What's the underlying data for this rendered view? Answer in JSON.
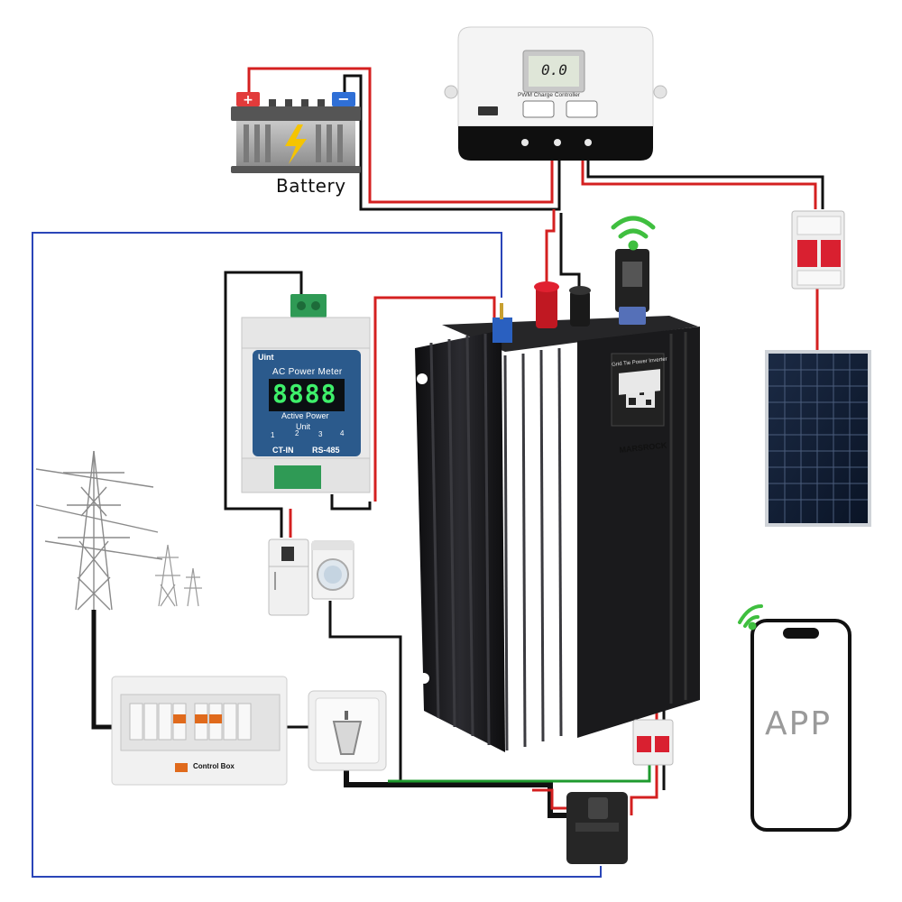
{
  "labels": {
    "battery": "Battery",
    "app": "APP",
    "charge_controller": "PWM Charge Controller",
    "controller_display": "0.0",
    "meter_title": "AC Power Meter",
    "meter_display": "8888",
    "meter_subtitle": "Active Power",
    "meter_uint": "Uint",
    "meter_unit": "Unit",
    "meter_ct": "CT-IN",
    "meter_rs485": "RS-485",
    "meter_channels": [
      "1",
      "2",
      "3",
      "4"
    ],
    "inverter_brand": "MARSROCK",
    "inverter_model": "Grid Tie Power Inverter",
    "control_box": "Control Box"
  },
  "colors": {
    "wire_red": "#d42020",
    "wire_black": "#111111",
    "wire_blue": "#2a45b8",
    "wire_green": "#1e9a2e",
    "wifi_green": "#3fbf3f",
    "inverter_body": "#1a1a1c",
    "meter_display": "#2b5a8c",
    "meter_digits": "#3ef06a"
  }
}
